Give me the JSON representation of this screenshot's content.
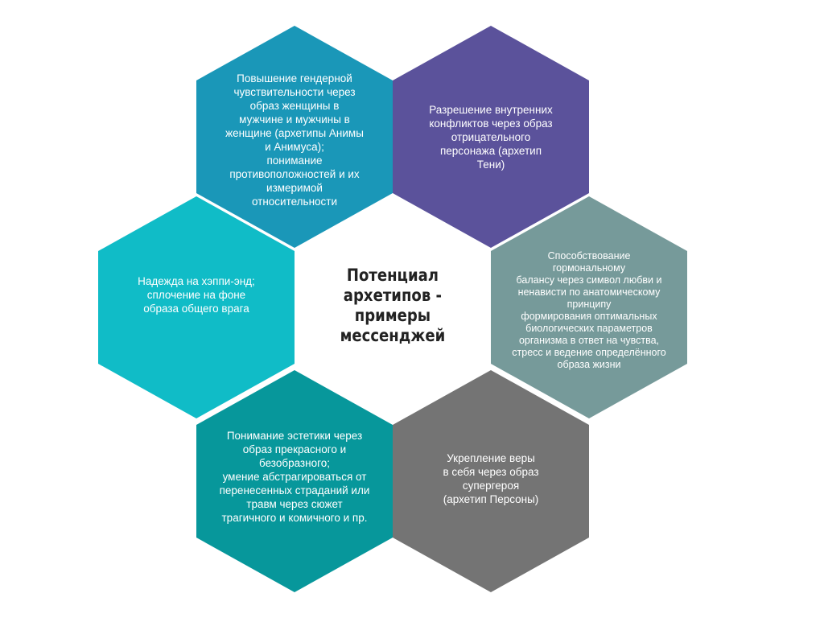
{
  "center": {
    "title": "Потенциал\nархетипов -\nпримеры\nмессенджей"
  },
  "hexagons": [
    {
      "id": "anima-animus",
      "color": "#1a97b8",
      "text": "Повышение гендерной\nчувствительности через\nобраз женщины в\nмужчине и мужчины в\nженщине (архетипы Анимы\nи Анимуса);\nпонимание\nпротивоположностей и их\nизмеримой\nотносительности"
    },
    {
      "id": "shadow",
      "color": "#5b529b",
      "text": "Разрешение внутренних\nконфликтов через образ\nотрицательного\nперсонажа (архетип\nТени)"
    },
    {
      "id": "hormonal-balance",
      "color": "#769a9a",
      "text": "Способствование\nгормональному\nбалансу через символ любви и\nненависти по анатомическому\nпринципу\nформирования оптимальных\nбиологических параметров\nорганизма в ответ на чувства,\nстресс и ведение определённого\nобраза жизни"
    },
    {
      "id": "persona",
      "color": "#747474",
      "text": "Укрепление веры\nв себя через образ\nсупергероя\n(архетип Персоны)"
    },
    {
      "id": "aesthetics",
      "color": "#07979b",
      "text": "Понимание эстетики через\nобраз прекрасного и\nбезобразного;\nумение абстрагироваться от\nперенесенных страданий или\nтравм через сюжет\nтрагичного и комичного и пр."
    },
    {
      "id": "happy-end",
      "color": "#10bcc7",
      "text": "Надежда на хэппи-энд;\nсплочение на фоне\nобраза общего врага"
    }
  ]
}
